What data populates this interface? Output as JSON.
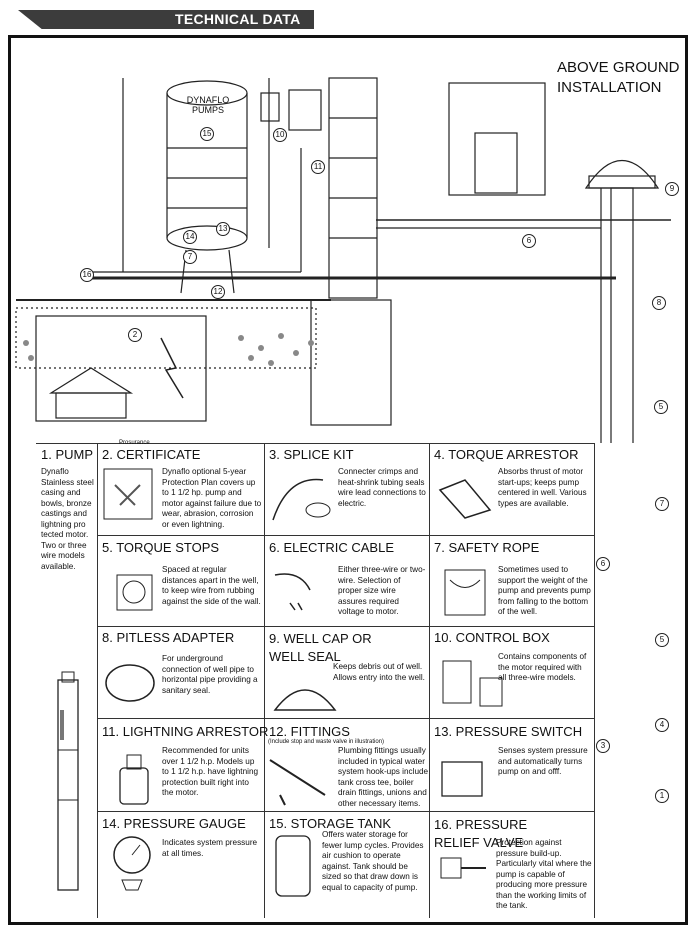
{
  "header": {
    "title": "TECHNICAL DATA"
  },
  "diagram": {
    "title": "ABOVE GROUND INSTALLATION",
    "tank_brand": "DYNAFLO PUMPS",
    "numbers": [
      "15",
      "10",
      "11",
      "13",
      "14",
      "7",
      "12",
      "16",
      "2",
      "6",
      "9",
      "8",
      "5",
      "7",
      "6",
      "5",
      "4",
      "3",
      "1"
    ]
  },
  "items": [
    {
      "title": "1. PUMP",
      "desc": "Dynaflo Stainless steel casing and bowls, bronze castings and lightning pro tected motor. Two or three wire models available."
    },
    {
      "title": "2. CERTIFICATE",
      "tag": "Prosurance",
      "desc": "Dynaflo optional 5-year Protection Plan covers up to 1 1/2 hp. pump and motor against failure due to wear, abrasion, corrosion or even lightning."
    },
    {
      "title": "3. SPLICE KIT",
      "desc": "Connecter crimps and heat-shrink tubing seals wire lead connections to electric."
    },
    {
      "title": "4. TORQUE ARRESTOR",
      "desc": "Absorbs thrust of motor start-ups; keeps pump centered in well. Various types are available."
    },
    {
      "title": "5. TORQUE STOPS",
      "desc": "Spaced at regular distances apart in the well, to keep wire from rubbing against the side of the wall."
    },
    {
      "title": "6. ELECTRIC CABLE",
      "desc": "Either three-wire or two-wire. Selection of proper size wire assures required voltage to motor."
    },
    {
      "title": "7. SAFETY ROPE",
      "desc": "Sometimes used to support the weight of the pump and prevents pump from falling to the bottom of the well."
    },
    {
      "title": "8. PITLESS ADAPTER",
      "desc": "For underground connection of well pipe to horizontal pipe providing a sanitary seal."
    },
    {
      "title": "9. WELL CAP OR WELL SEAL",
      "desc": "Keeps debris out of well. Allows entry into the well."
    },
    {
      "title": "10. CONTROL BOX",
      "desc": "Contains components of the motor required with all three-wire models."
    },
    {
      "title": "11. LIGHTNING ARRESTOR",
      "desc": "Recommended for units over 1 1/2 h.p. Models up to 1 1/2 h.p. have lightning protection built right into the motor."
    },
    {
      "title": "12. FITTINGS",
      "tag": "(Include stop and waste valve in illustration)",
      "desc": "Plumbing fittings usually included in typical water system hook-ups include tank cross tee, boiler drain fittings, unions and other necessary items."
    },
    {
      "title": "13. PRESSURE SWITCH",
      "desc": "Senses system pressure and automatically turns pump on and offf."
    },
    {
      "title": "14. PRESSURE GAUGE",
      "desc": "Indicates system pressure at all times."
    },
    {
      "title": "15. STORAGE TANK",
      "desc": "Offers water storage for fewer lump cycles. Provides air cushion to operate against. Tank should be sized so that draw down is equal to capacity of pump."
    },
    {
      "title": "16. PRESSURE RELIEF VALVE",
      "desc": "Protection against pressure build-up. Particularly vital where the pump is capable of producing more pressure than the working limits of the tank."
    }
  ]
}
